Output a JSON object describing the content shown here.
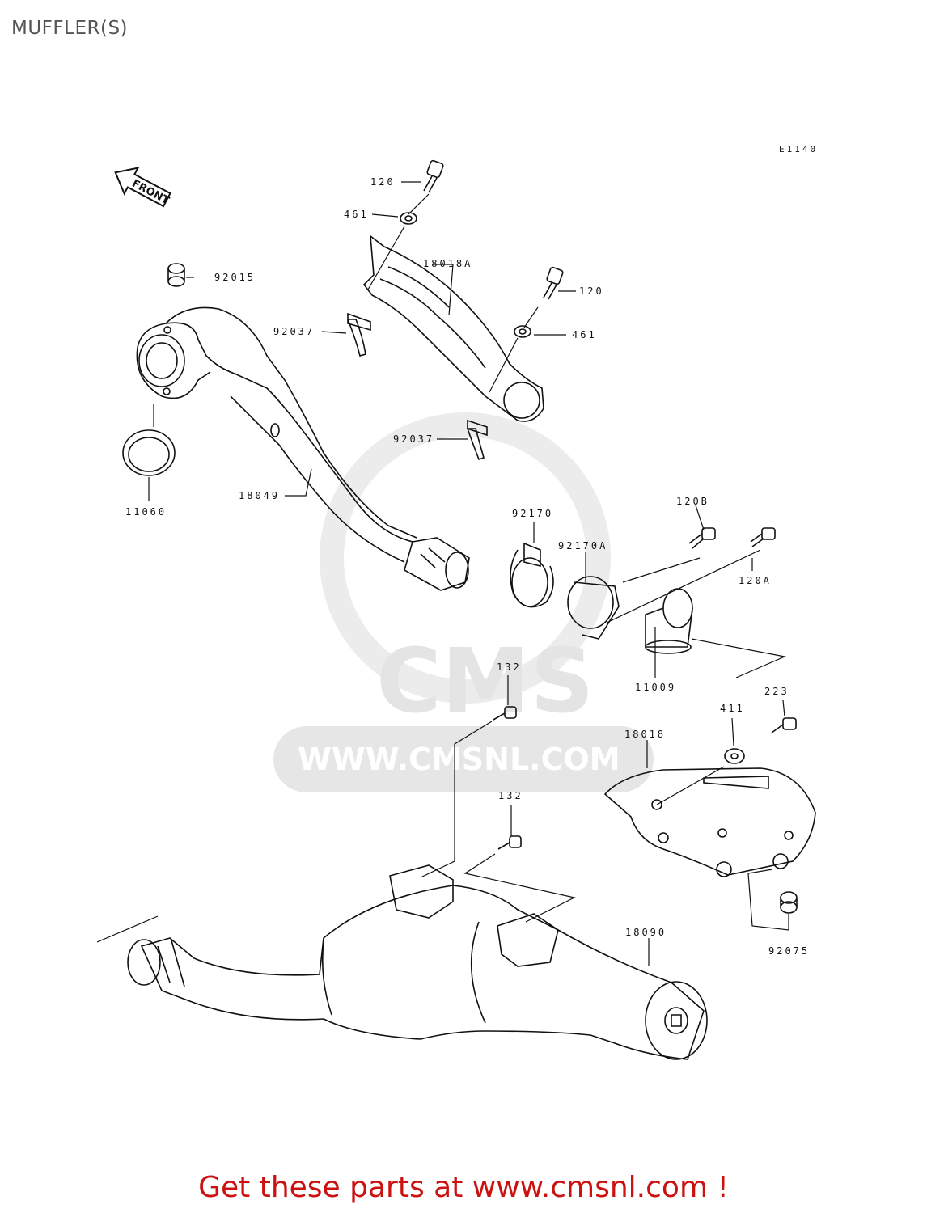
{
  "title": "MUFFLER(S)",
  "diagram_code": "E1140",
  "front_marker": "FRONT",
  "watermark": {
    "brand": "CMS",
    "url": "WWW.CMSNL.COM"
  },
  "parts": {
    "p120_top": "120",
    "p461_top": "461",
    "p18018A": "18018A",
    "p120_mid": "120",
    "p461_mid": "461",
    "p92015": "92015",
    "p92037_a": "92037",
    "p92037_b": "92037",
    "p11060": "11060",
    "p18049": "18049",
    "p92170": "92170",
    "p120B": "120B",
    "p92170A": "92170A",
    "p120A": "120A",
    "p132_a": "132",
    "p11009": "11009",
    "p223": "223",
    "p411": "411",
    "p18018": "18018",
    "p132_b": "132",
    "p18090": "18090",
    "p92075": "92075"
  },
  "footer": {
    "text": "Get these parts at www.cmsnl.com !"
  },
  "colors": {
    "footer": "#cc1111",
    "line": "#111111",
    "watermark": "#e4e4e4"
  }
}
